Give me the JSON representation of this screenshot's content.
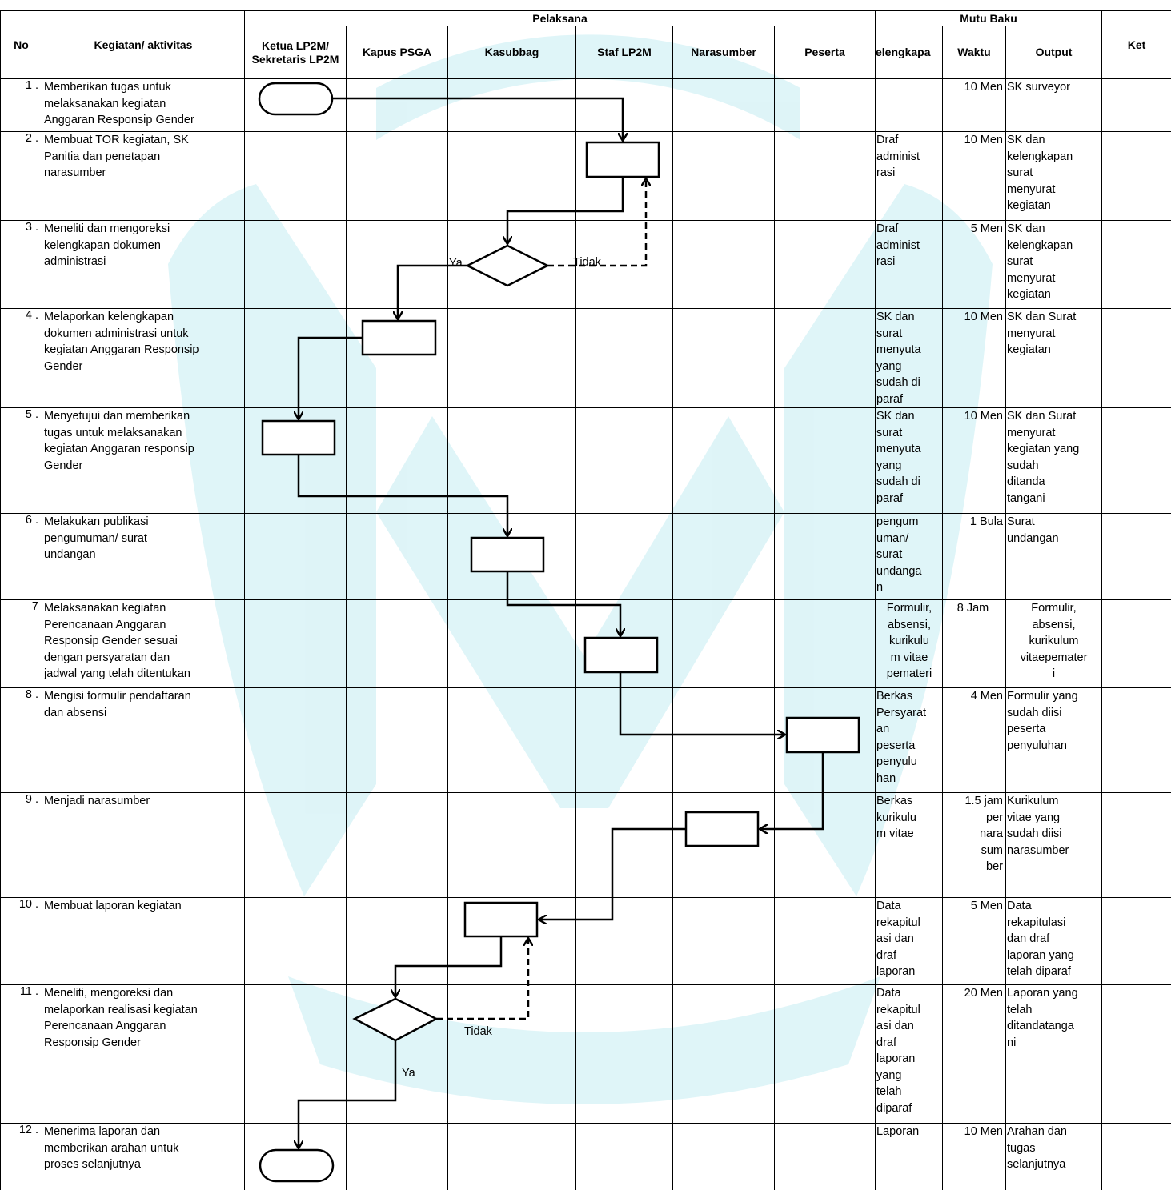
{
  "header": {
    "no": "No",
    "kegiatan": "Kegiatan/ aktivitas",
    "pelaksana": "Pelaksana",
    "mutu_baku": "Mutu Baku",
    "ket": "Ket",
    "lanes": [
      "Ketua LP2M/ Sekretaris LP2M",
      "Kapus PSGA",
      "Kasubbag",
      "Staf LP2M",
      "Narasumber",
      "Peserta"
    ],
    "mutu_cols": [
      "elengkapa",
      "Waktu",
      "Output"
    ]
  },
  "rows": [
    {
      "no": "1 .",
      "activity": "Memberikan tugas untuk\nmelaksanakan kegiatan\nAnggaran Responsip Gender",
      "kelengkapan": "",
      "waktu": "10 Men",
      "output": "SK surveyor"
    },
    {
      "no": "2 .",
      "activity": "Membuat TOR kegiatan, SK\nPanitia dan penetapan\nnarasumber",
      "kelengkapan": "Draf\nadminist\nrasi",
      "waktu": "10 Men",
      "output": "SK dan\nkelengkapan\nsurat\nmenyurat\nkegiatan"
    },
    {
      "no": "3 .",
      "activity": "Meneliti dan mengoreksi\nkelengkapan dokumen\nadministrasi",
      "kelengkapan": "Draf\nadminist\nrasi",
      "waktu": "5 Men",
      "output": "SK dan\nkelengkapan\nsurat\nmenyurat\nkegiatan"
    },
    {
      "no": "4 .",
      "activity": "Melaporkan kelengkapan\ndokumen administrasi untuk\nkegiatan Anggaran Responsip\nGender",
      "kelengkapan": "SK dan\nsurat\nmenyuta\nyang\nsudah di\nparaf",
      "waktu": "10 Men",
      "output": "SK dan Surat\nmenyurat\nkegiatan"
    },
    {
      "no": "5 .",
      "activity": "Menyetujui dan memberikan\ntugas untuk melaksanakan\nkegiatan Anggaran responsip\nGender",
      "kelengkapan": "SK dan\nsurat\nmenyuta\nyang\nsudah di\nparaf",
      "waktu": "10 Men",
      "output": "SK dan Surat\nmenyurat\nkegiatan yang\nsudah\nditanda\ntangani"
    },
    {
      "no": "6 .",
      "activity": "Melakukan publikasi\npengumuman/ surat\nundangan",
      "kelengkapan": "pengum\numan/\nsurat\nundanga\nn",
      "waktu": "1 Bula",
      "output": "Surat\nundangan"
    },
    {
      "no": "7",
      "activity": "Melaksanakan kegiatan\nPerencanaan Anggaran\nResponsip Gender sesuai\ndengan persyaratan dan\njadwal yang telah ditentukan",
      "kelengkapan": "Formulir,\nabsensi,\nkurikulu\nm vitae\npemateri",
      "waktu": "8 Jam",
      "output": "Formulir,\nabsensi,\nkurikulum\nvitaepemater\ni"
    },
    {
      "no": "8 .",
      "activity": "Mengisi formulir pendaftaran\ndan absensi",
      "kelengkapan": "Berkas\nPersyarat\nan\npeserta\npenyulu\nhan",
      "waktu": "4 Men",
      "output": "Formulir yang\nsudah diisi\npeserta\npenyuluhan"
    },
    {
      "no": "9 .",
      "activity": "Menjadi narasumber",
      "kelengkapan": "Berkas\nkurikulu\nm vitae",
      "waktu": "1.5 jam\nper\nnara\nsum\nber",
      "output": "Kurikulum\nvitae yang\nsudah diisi\nnarasumber"
    },
    {
      "no": "10 .",
      "activity": "Membuat laporan kegiatan",
      "kelengkapan": "Data\nrekapitul\nasi dan\ndraf\nlaporan",
      "waktu": "5 Men",
      "output": "Data\nrekapitulasi\ndan draf\nlaporan yang\ntelah diparaf"
    },
    {
      "no": "11 .",
      "activity": "Meneliti, mengoreksi dan\nmelaporkan realisasi kegiatan\nPerencanaan Anggaran\nResponsip Gender",
      "kelengkapan": "Data\nrekapitul\nasi dan\ndraf\nlaporan\nyang\ntelah\ndiparaf",
      "waktu": "20 Men",
      "output": "Laporan yang\ntelah\nditandatanga\nni"
    },
    {
      "no": "12 .",
      "activity": "Menerima laporan dan\nmemberikan arahan untuk\nproses selanjutnya",
      "kelengkapan": "Laporan",
      "waktu": "10 Men",
      "output": "Arahan dan\ntugas\nselanjutnya"
    }
  ],
  "flow_labels": {
    "d1_yes": "Ya",
    "d1_no": "Tidak",
    "d2_no": "Tidak",
    "d2_yes": "Ya"
  }
}
